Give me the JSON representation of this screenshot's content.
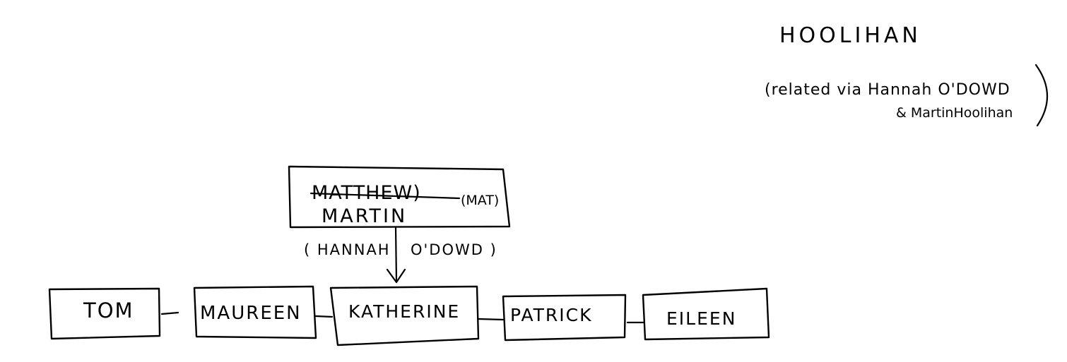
{
  "title": "HOOLIHAN",
  "note": {
    "line1": "(related via   Hannah O'DOWD",
    "line2": "& MartinHoolihan"
  },
  "parent": {
    "struck_name": "MATTHEW)",
    "nickname": "(MAT)",
    "name": "MARTIN"
  },
  "relation_label": {
    "left": "( HANNAH",
    "right": "O'DOWD )"
  },
  "children": [
    "TOM",
    "MAUREEN",
    "KATHERINE",
    "PATRICK",
    "EILEEN"
  ]
}
